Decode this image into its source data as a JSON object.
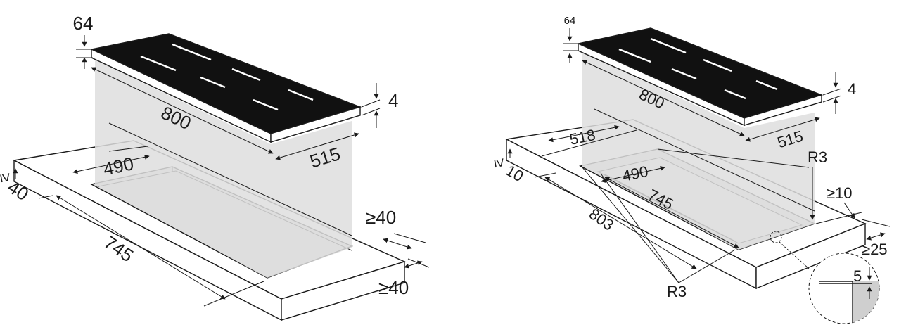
{
  "left_diagram": {
    "top_thickness": "64",
    "glass_thickness": "4",
    "hob_width": "800",
    "hob_depth": "515",
    "cutout_depth": "490",
    "cutout_width": "745",
    "front_clearance": "40",
    "rear_clearance": "≥40",
    "side_clearance": "≥40"
  },
  "right_diagram": {
    "top_thickness": "64",
    "glass_thickness": "4",
    "hob_width": "800",
    "hob_depth": "515",
    "recess_depth": "518",
    "front_clearance": "10",
    "cutout_depth": "490",
    "cutout_width": "745",
    "recess_width": "803",
    "corner_radius_top": "R3",
    "corner_radius_bottom": "R3",
    "rear_clearance": "≥10",
    "side_clearance": "≥25",
    "recess_depth_detail": "5"
  },
  "colors": {
    "glass": "#111111",
    "shadow": "#dedede",
    "line": "#1a1a1a"
  }
}
